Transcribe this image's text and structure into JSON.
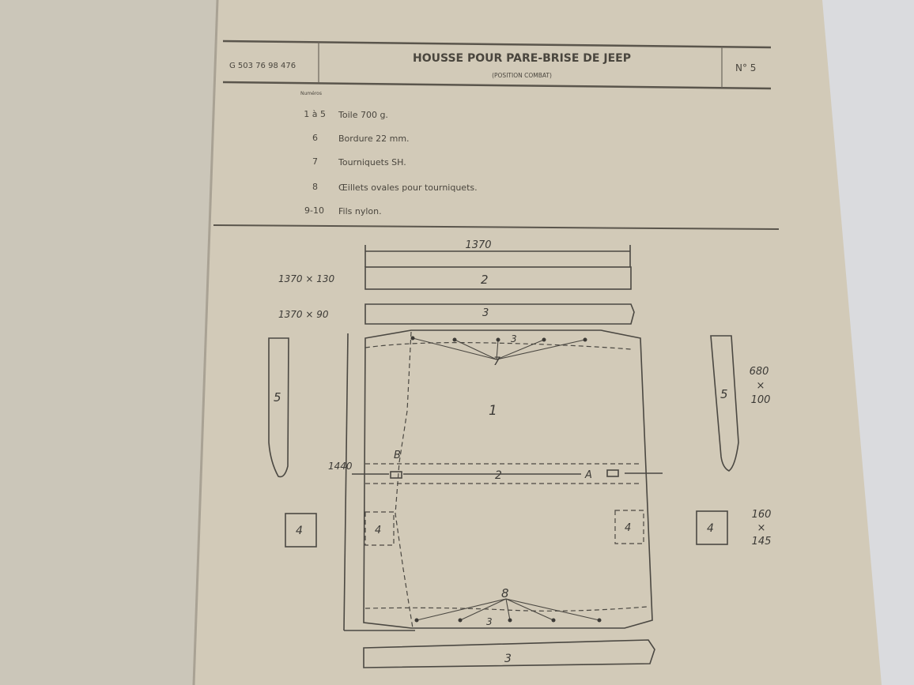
{
  "header": {
    "reference": "G 503 76 98 476",
    "title": "HOUSSE POUR PARE-BRISE DE JEEP",
    "subtitle": "(POSITION COMBAT)",
    "number": "N° 5"
  },
  "parts_list": {
    "column_header": "Numéros",
    "items": [
      {
        "num": "1 à 5",
        "desc": "Toile 700 g."
      },
      {
        "num": "6",
        "desc": "Bordure 22 mm."
      },
      {
        "num": "7",
        "desc": "Tourniquets SH."
      },
      {
        "num": "8",
        "desc": "Œillets ovales pour tourniquets."
      },
      {
        "num": "9-10",
        "desc": "Fils nylon."
      }
    ]
  },
  "diagram": {
    "top_dimension": "1370",
    "strip2_size": "1370 × 130",
    "strip3_size": "1370 × 90",
    "height_dimension": "1440",
    "part5_size": [
      "680",
      "×",
      "100"
    ],
    "part4_size": [
      "160",
      "×",
      "145"
    ],
    "labels": {
      "p1": "1",
      "p2": "2",
      "p3": "3",
      "p4": "4",
      "p5": "5",
      "p7": "7",
      "p8": "8",
      "A": "A",
      "B": "B"
    }
  }
}
